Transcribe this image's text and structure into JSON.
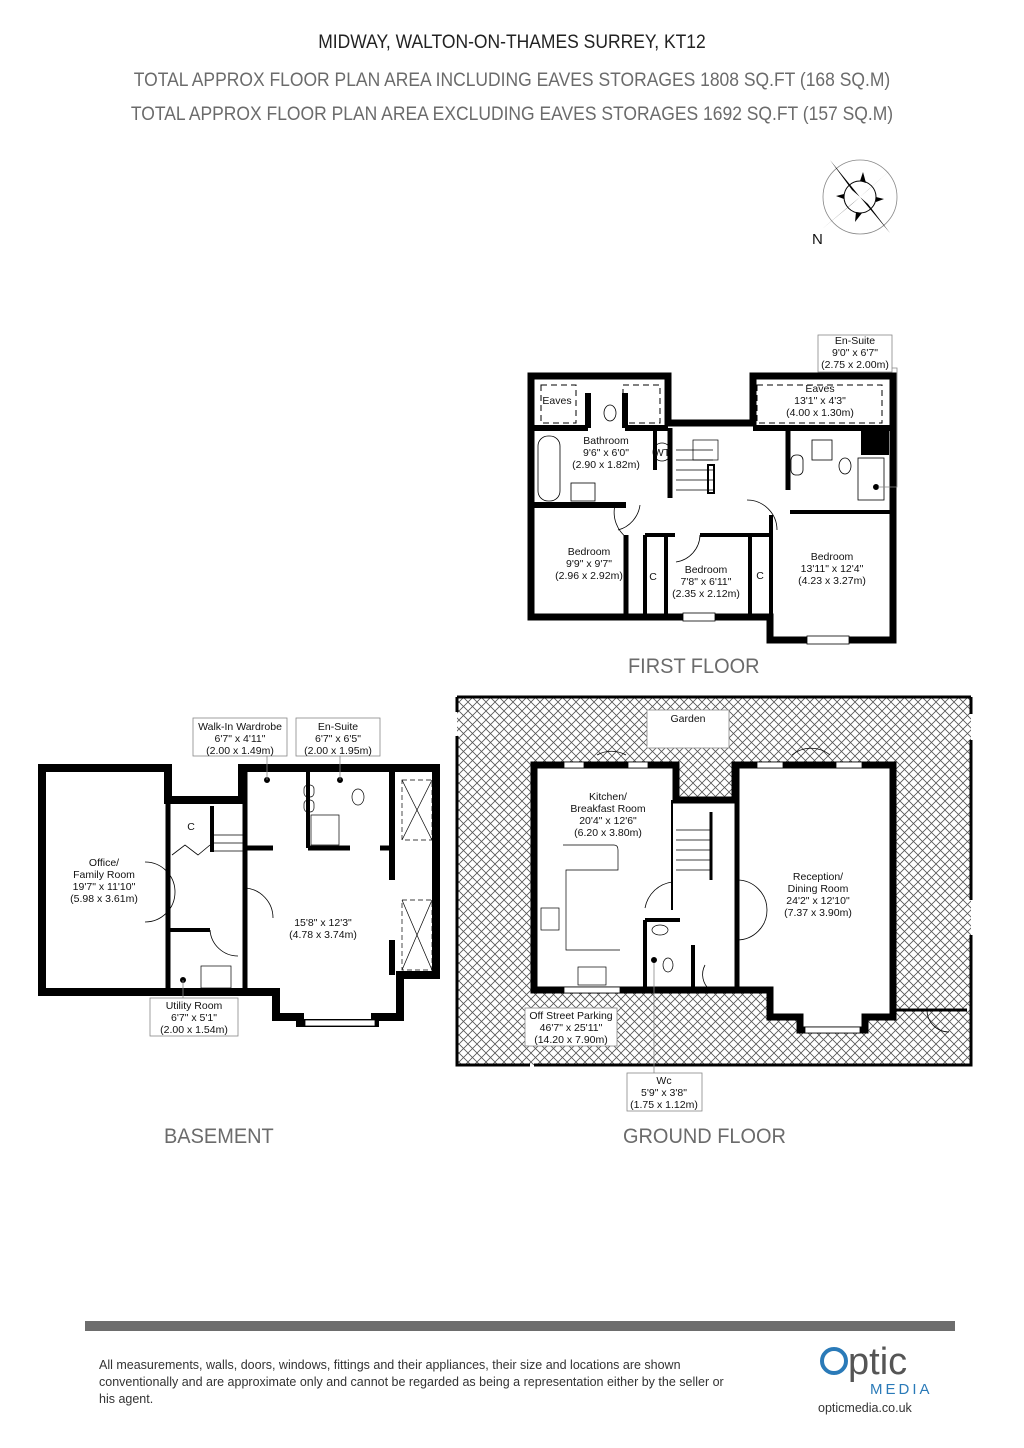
{
  "header": {
    "title": "MIDWAY, WALTON-ON-THAMES SURREY, KT12",
    "area_including": "TOTAL APPROX FLOOR PLAN AREA INCLUDING EAVES STORAGES 1808 SQ.FT (168 SQ.M)",
    "area_excluding": "TOTAL APPROX FLOOR PLAN AREA EXCLUDING EAVES STORAGES 1692 SQ.FT (157 SQ.M)"
  },
  "compass": {
    "label": "N",
    "icon": "compass-rose-icon"
  },
  "floors": {
    "first": {
      "label": "FIRST FLOOR",
      "rooms": [
        {
          "name": "Eaves",
          "dims_imperial": "",
          "dims_metric": ""
        },
        {
          "name": "Bathroom",
          "dims_imperial": "9'6\" x 6'0\"",
          "dims_metric": "(2.90 x 1.82m)"
        },
        {
          "name": "WT",
          "dims_imperial": "",
          "dims_metric": ""
        },
        {
          "name": "En-Suite",
          "dims_imperial": "9'0\" x 6'7\"",
          "dims_metric": "(2.75 x 2.00m)"
        },
        {
          "name": "Eaves",
          "dims_imperial": "13'1\" x 4'3\"",
          "dims_metric": "(4.00 x 1.30m)"
        },
        {
          "name": "Bedroom",
          "dims_imperial": "9'9\" x 9'7\"",
          "dims_metric": "(2.96 x 2.92m)"
        },
        {
          "name": "Bedroom",
          "dims_imperial": "7'8\" x 6'11\"",
          "dims_metric": "(2.35 x 2.12m)"
        },
        {
          "name": "Bedroom",
          "dims_imperial": "13'11\" x 12'4\"",
          "dims_metric": "(4.23 x 3.27m)"
        },
        {
          "name": "C"
        },
        {
          "name": "C"
        }
      ]
    },
    "basement": {
      "label": "BASEMENT",
      "rooms": [
        {
          "name": "Walk-In Wardrobe",
          "dims_imperial": "6'7\" x 4'11\"",
          "dims_metric": "(2.00 x 1.49m)"
        },
        {
          "name": "En-Suite",
          "dims_imperial": "6'7\" x 6'5\"",
          "dims_metric": "(2.00 x 1.95m)"
        },
        {
          "name": "Office/",
          "name2": "Family Room",
          "dims_imperial": "19'7\" x 11'10\"",
          "dims_metric": "(5.98 x 3.61m)"
        },
        {
          "name": "C"
        },
        {
          "name": "",
          "dims_imperial": "15'8\" x 12'3\"",
          "dims_metric": "(4.78 x 3.74m)"
        },
        {
          "name": "Utility Room",
          "dims_imperial": "6'7\" x 5'1\"",
          "dims_metric": "(2.00 x 1.54m)"
        }
      ]
    },
    "ground": {
      "label": "GROUND FLOOR",
      "rooms": [
        {
          "name": "Garden"
        },
        {
          "name": "Kitchen/",
          "name2": "Breakfast Room",
          "dims_imperial": "20'4\" x 12'6\"",
          "dims_metric": "(6.20 x 3.80m)"
        },
        {
          "name": "Reception/",
          "name2": "Dining Room",
          "dims_imperial": "24'2\" x 12'10\"",
          "dims_metric": "(7.37 x 3.90m)"
        },
        {
          "name": "Off Street Parking",
          "dims_imperial": "46'7\" x 25'11\"",
          "dims_metric": "(14.20 x 7.90m)"
        },
        {
          "name": "Wc",
          "dims_imperial": "5'9\" x 3'8\"",
          "dims_metric": "(1.75 x 1.12m)"
        }
      ]
    }
  },
  "footer": {
    "disclaimer": "All measurements, walls, doors, windows, fittings and their appliances, their size and locations are shown conventionally and are approximate only and cannot be regarded as being a representation either by the seller or his agent.",
    "logo_word": "optic",
    "logo_sub": "MEDIA",
    "url": "opticmedia.co.uk",
    "brand_color": "#2a7ab8",
    "bar_color": "#6d6d6d"
  }
}
